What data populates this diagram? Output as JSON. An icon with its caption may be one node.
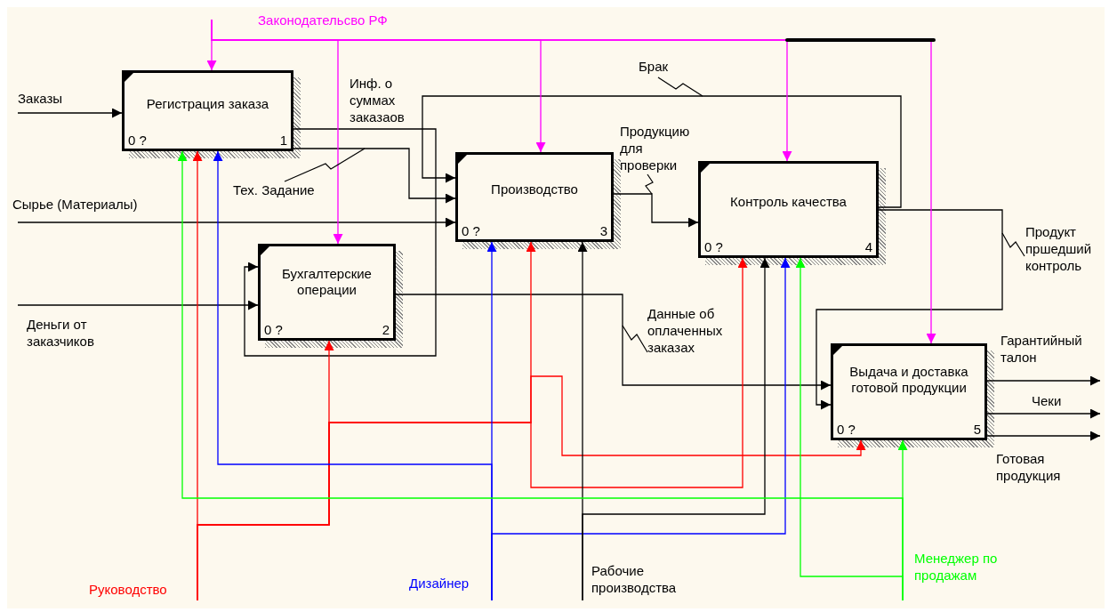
{
  "diagram": {
    "nodes": [
      {
        "text": [
          "Регистрация заказа",
          "0 ?",
          "1"
        ]
      },
      {
        "text": [
          "Бухгалтерские операции",
          "0 ?",
          "2"
        ]
      },
      {
        "text": [
          "Производство",
          "0 ?",
          "3"
        ]
      },
      {
        "text": [
          "Контроль качества",
          "0 ?",
          "4"
        ]
      },
      {
        "text": [
          "Выдача и доставка готовой продукции",
          "0 ?",
          "5"
        ]
      }
    ],
    "edges": [
      {
        "from": null,
        "to": 0,
        "arrow": "to",
        "label": "Заказы"
      },
      {
        "from": null,
        "to": 2,
        "arrow": "to",
        "label": "Сырье (Материалы)"
      },
      {
        "from": null,
        "to": 1,
        "arrow": "to",
        "label": "Деньги от заказчиков"
      },
      {
        "from": 0,
        "to": 1,
        "arrow": "to",
        "label": "Инф. о суммах заказаов"
      },
      {
        "from": 0,
        "to": 2,
        "arrow": "to",
        "label": "Тех. Задание"
      },
      {
        "from": 3,
        "to": 2,
        "arrow": "to",
        "label": "Брак"
      },
      {
        "from": 2,
        "to": 3,
        "arrow": "to",
        "label": "Продукцию для проверки"
      },
      {
        "from": 3,
        "to": 4,
        "arrow": "to",
        "label": "Продукт пршедший контроль"
      },
      {
        "from": 1,
        "to": 4,
        "arrow": "to",
        "label": "Данные об оплаченных заказах"
      },
      {
        "from": 4,
        "to": null,
        "arrow": "to",
        "label": "Гарантийный талон"
      },
      {
        "from": 4,
        "to": null,
        "arrow": "to",
        "label": "Чеки"
      },
      {
        "from": 4,
        "to": null,
        "arrow": "to",
        "label": "Готовая продукция"
      },
      {
        "from": null,
        "to": 0,
        "arrow": "to",
        "color": "#ff00ff"
      },
      {
        "from": null,
        "to": 1,
        "arrow": "to",
        "color": "#ff00ff",
        "label": "Законодательсво РФ"
      },
      {
        "from": null,
        "to": 2,
        "arrow": "to",
        "color": "#ff00ff"
      },
      {
        "from": null,
        "to": 3,
        "arrow": "to",
        "color": "#ff00ff"
      },
      {
        "from": null,
        "to": 4,
        "arrow": "to",
        "color": "#ff00ff"
      },
      {
        "from": null,
        "to": 0,
        "arrow": "to",
        "color": "#ff0000",
        "label": "Руководство"
      },
      {
        "from": null,
        "to": 1,
        "arrow": "to",
        "color": "#ff0000"
      },
      {
        "from": null,
        "to": 2,
        "arrow": "to",
        "color": "#ff0000"
      },
      {
        "from": null,
        "to": 3,
        "arrow": "to",
        "color": "#ff0000"
      },
      {
        "from": null,
        "to": 4,
        "arrow": "to",
        "color": "#ff0000"
      },
      {
        "from": null,
        "to": 0,
        "arrow": "to",
        "color": "#0000ff",
        "label": "Дизайнер"
      },
      {
        "from": null,
        "to": 2,
        "arrow": "to",
        "color": "#0000ff"
      },
      {
        "from": null,
        "to": 3,
        "arrow": "to",
        "color": "#0000ff"
      },
      {
        "from": null,
        "to": 2,
        "arrow": "to",
        "label": "Рабочие производства"
      },
      {
        "from": null,
        "to": 3,
        "arrow": "to"
      },
      {
        "from": null,
        "to": 0,
        "arrow": "to",
        "color": "#00ff00",
        "label": "Менеджер по продажам"
      },
      {
        "from": null,
        "to": 3,
        "arrow": "to",
        "color": "#00ff00"
      },
      {
        "from": null,
        "to": 4,
        "arrow": "to",
        "color": "#00ff00"
      }
    ]
  }
}
